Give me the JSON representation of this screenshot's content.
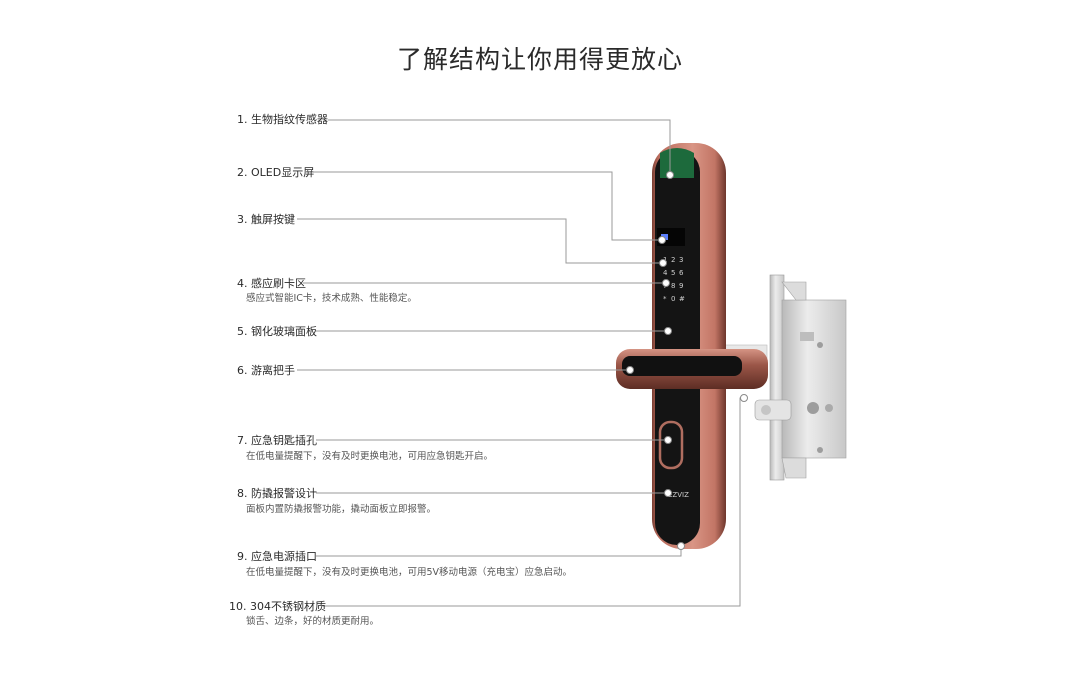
{
  "title": "了解结构让你用得更放心",
  "features": [
    {
      "label": "1. 生物指纹传感器",
      "desc": ""
    },
    {
      "label": "2. OLED显示屏",
      "desc": ""
    },
    {
      "label": "3. 触屏按键",
      "desc": ""
    },
    {
      "label": "4. 感应刷卡区",
      "desc": "感应式智能IC卡，技术成熟、性能稳定。"
    },
    {
      "label": "5. 钢化玻璃面板",
      "desc": ""
    },
    {
      "label": "6. 游离把手",
      "desc": ""
    },
    {
      "label": "7. 应急钥匙插孔",
      "desc": "在低电量提醒下，没有及时更换电池，可用应急钥匙开启。"
    },
    {
      "label": "8. 防撬报警设计",
      "desc": "面板内置防撬报警功能，撬动面板立即报警。"
    },
    {
      "label": "9. 应急电源插口",
      "desc": "在低电量提醒下，没有及时更换电池，可用5V移动电源（充电宝）应急启动。"
    },
    {
      "label": "10. 304不锈钢材质",
      "desc": "锁舌、边条，好的材质更耐用。"
    }
  ],
  "keypad": [
    "1",
    "2",
    "3",
    "4",
    "5",
    "6",
    "7",
    "8",
    "9",
    "*",
    "0",
    "#"
  ],
  "brand_logo": "EZVIZ",
  "colors": {
    "panel": "#c97f70",
    "panel_dark": "#8a4a3d",
    "glass": "#141414",
    "leader": "#9a9a9a",
    "dot": "#ffffff",
    "steel": "#d6d6d6"
  }
}
